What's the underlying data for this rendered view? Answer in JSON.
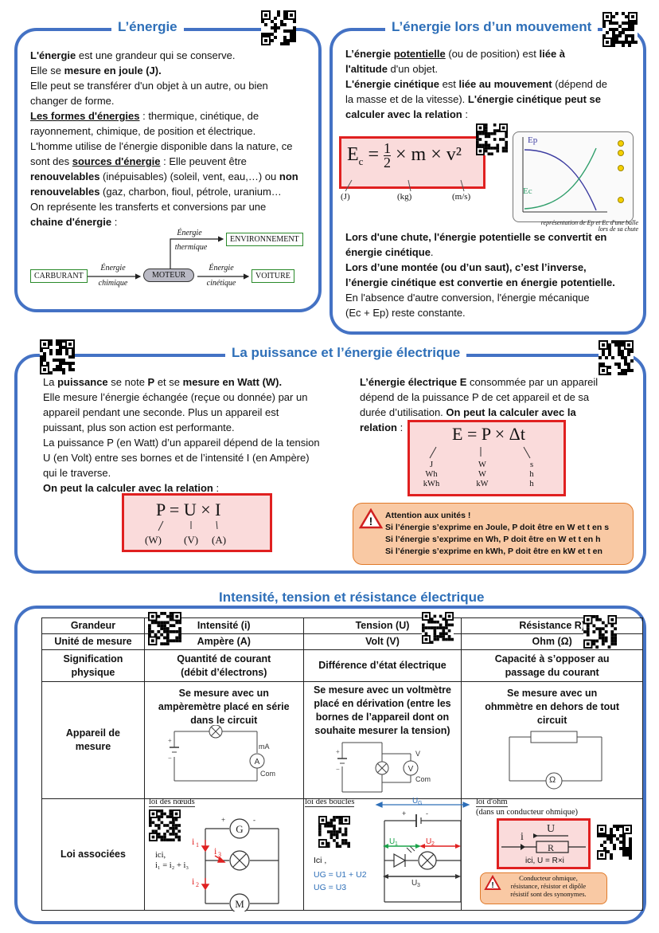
{
  "energie": {
    "title": "L’énergie",
    "l1a": "L'énergie",
    "l1b": " est une grandeur qui se conserve.",
    "l2a": "Elle se ",
    "l2b": "mesure en joule (J).",
    "l3": "Elle peut se transférer d'un objet à un autre, ou bien",
    "l4": "changer de forme.",
    "l5a": "Les formes d'énergies",
    "l5b": " : thermique, cinétique, de",
    "l6": "rayonnement, chimique, de position et électrique.",
    "l7": "L'homme utilise de l'énergie disponible dans la nature, ce",
    "l8a": "sont des ",
    "l8b": "sources d'énergie",
    "l8c": " : Elle peuvent être",
    "l9a": "renouvelables",
    "l9b": " (inépuisables) (soleil, vent, eau,…) ou ",
    "l9c": "non",
    "l10a": "renouvelables",
    "l10b": " (gaz, charbon, fioul, pétrole, uranium…",
    "l11": "On représente les transferts et conversions par une",
    "l12a": "chaine d'énergie",
    "l12b": " :",
    "chain": {
      "carburant": "CARBURANT",
      "moteur": "MOTEUR",
      "voiture": "VOITURE",
      "environnement": "ENVIRONNEMENT",
      "e_chim_1": "Énergie",
      "e_chim_2": "chimique",
      "e_therm_1": "Énergie",
      "e_therm_2": "thermique",
      "e_cin_1": "Énergie",
      "e_cin_2": "cinétique"
    }
  },
  "mouvement": {
    "title": "L’énergie lors d’un mouvement",
    "l1a": "L’énergie ",
    "l1b": "potentielle",
    "l1c": " (ou de position) est ",
    "l1d": "liée à",
    "l2a": "l'altitude",
    "l2b": " d'un objet.",
    "l3a": "L'énergie cinétique",
    "l3b": " est ",
    "l3c": "liée au mouvement",
    "l3d": " (dépend de",
    "l4a": "la masse et de la vitesse). ",
    "l4b": "L'énergie cinétique peut se",
    "l5a": "calculer avec la relation",
    "l5b": " :",
    "formula": "Ec = ½ × m × v²",
    "u_j": "(J)",
    "u_kg": "(kg)",
    "u_ms": "(m/s)",
    "graph_ep": "Ep",
    "graph_ec": "Ec",
    "caption_1": "représentation de Ep et Ec d'une balle",
    "caption_2": "lors de sa chute",
    "c1": "Lors d'une chute, l'énergie potentielle se convertit en",
    "c2": "énergie cinétique",
    "c3": "Lors d’une montée (ou d’un saut), c’est l’inverse,",
    "c4": "l’énergie cinétique est convertie en énergie potentielle.",
    "c5": "En l'absence d'autre conversion, l'énergie mécanique",
    "c6": "(Ec + Ep) reste constante."
  },
  "puissance": {
    "title": "La puissance et l’énergie électrique",
    "l1a": "La ",
    "l1b": "puissance",
    "l1c": " se note ",
    "l1d": "P",
    "l1e": " et se ",
    "l1f": "mesure en Watt (W).",
    "l2": "Elle mesure l’énergie échangée (reçue ou donnée) par un",
    "l3": "appareil pendant une seconde. Plus un appareil est",
    "l4": "puissant, plus son action est performante.",
    "l5": "La puissance P (en Watt) d’un appareil dépend de la tension",
    "l6": "U (en Volt) entre ses bornes et de l’intensité I (en Ampère)",
    "l7": "qui le traverse.",
    "l8": "On peut la calculer avec la relation",
    "l8b": " :",
    "formula_p": "P = U × I",
    "pw": "(W)",
    "pv": "(V)",
    "pa": "(A)",
    "r1a": "L’énergie électrique E",
    "r1b": " consommée par un appareil",
    "r2": "dépend de la puissance P de cet appareil et de sa",
    "r3a": "durée d’utilisation. ",
    "r3b": "On peut la calculer avec la",
    "r4a": "relation",
    "r4b": " :",
    "formula_e": "E = P × Δt",
    "e_units": [
      "J",
      "Wh",
      "kWh"
    ],
    "p_units": [
      "W",
      "W",
      "kW"
    ],
    "t_units": [
      "s",
      "h",
      "h"
    ],
    "warn_title": "Attention aux unités !",
    "warn_1": "Si l’énergie s’exprime en Joule, P doit être en W et t en s",
    "warn_2": "Si l’énergie s’exprime en Wh, P doit être en W et t en h",
    "warn_3": "Si l’énergie s’exprime en kWh, P doit être en kW et t en"
  },
  "elec": {
    "title": "Intensité, tension et résistance électrique",
    "headers": [
      "Grandeur",
      "Intensité (i)",
      "Tension (U)",
      "Résistance R)"
    ],
    "units": [
      "Unité de mesure",
      "Ampère (A)",
      "Volt (V)",
      "Ohm (Ω)"
    ],
    "sig_label_1": "Signification",
    "sig_label_2": "physique",
    "sig_i_1": "Quantité de courant",
    "sig_i_2": "(débit d’électrons)",
    "sig_u": "Différence d’état électrique",
    "sig_r_1": "Capacité à s’opposer au",
    "sig_r_2": "passage du courant",
    "app_label_1": "Appareil de",
    "app_label_2": "mesure",
    "app_i": [
      "Se mesure avec un",
      "ampèremètre placé en série",
      "dans le circuit"
    ],
    "app_u": [
      "Se mesure avec un voltmètre",
      "placé en dérivation (entre les",
      "bornes de l’appareil dont on",
      "souhaite mesurer la tension)"
    ],
    "app_r": [
      "Se mesure avec un",
      "ohmmètre en dehors de tout",
      "circuit"
    ],
    "lois_label": "Loi associées",
    "loi_noeuds": "loi des nœuds",
    "noeuds_ici": "ici,",
    "noeuds_eq": "i₁ = i₂ + i₃",
    "loi_boucles": "loi des boucles",
    "boucles_ici": "Ici ,",
    "boucles_eq1": "UG = U1 + U2",
    "boucles_eq2": "UG = U3",
    "loi_ohm": "loi d'ohm",
    "loi_ohm_sub": "(dans un conducteur ohmique)",
    "ohm_ici": "ici, U = R×i",
    "ohm_note_1": "Conducteur ohmique,",
    "ohm_note_2": "résistance, résistor et dipôle",
    "ohm_note_3": "résistif sont des synonymes.",
    "ma": "mA",
    "com": "Com",
    "v": "V",
    "omega": "Ω",
    "i_label": "i",
    "u_label": "U",
    "r_label": "R",
    "g": "G",
    "m": "M",
    "i1": "i1",
    "i2": "i2",
    "i3": "i3",
    "ug": "UG",
    "u1": "U1",
    "u2": "U2",
    "u3": "U3"
  },
  "colors": {
    "frame": "#4472c4",
    "title": "#2e6fb8",
    "formula_border": "#e02020",
    "formula_fill": "#fadbdb",
    "warn_fill": "#f9c9a4"
  }
}
